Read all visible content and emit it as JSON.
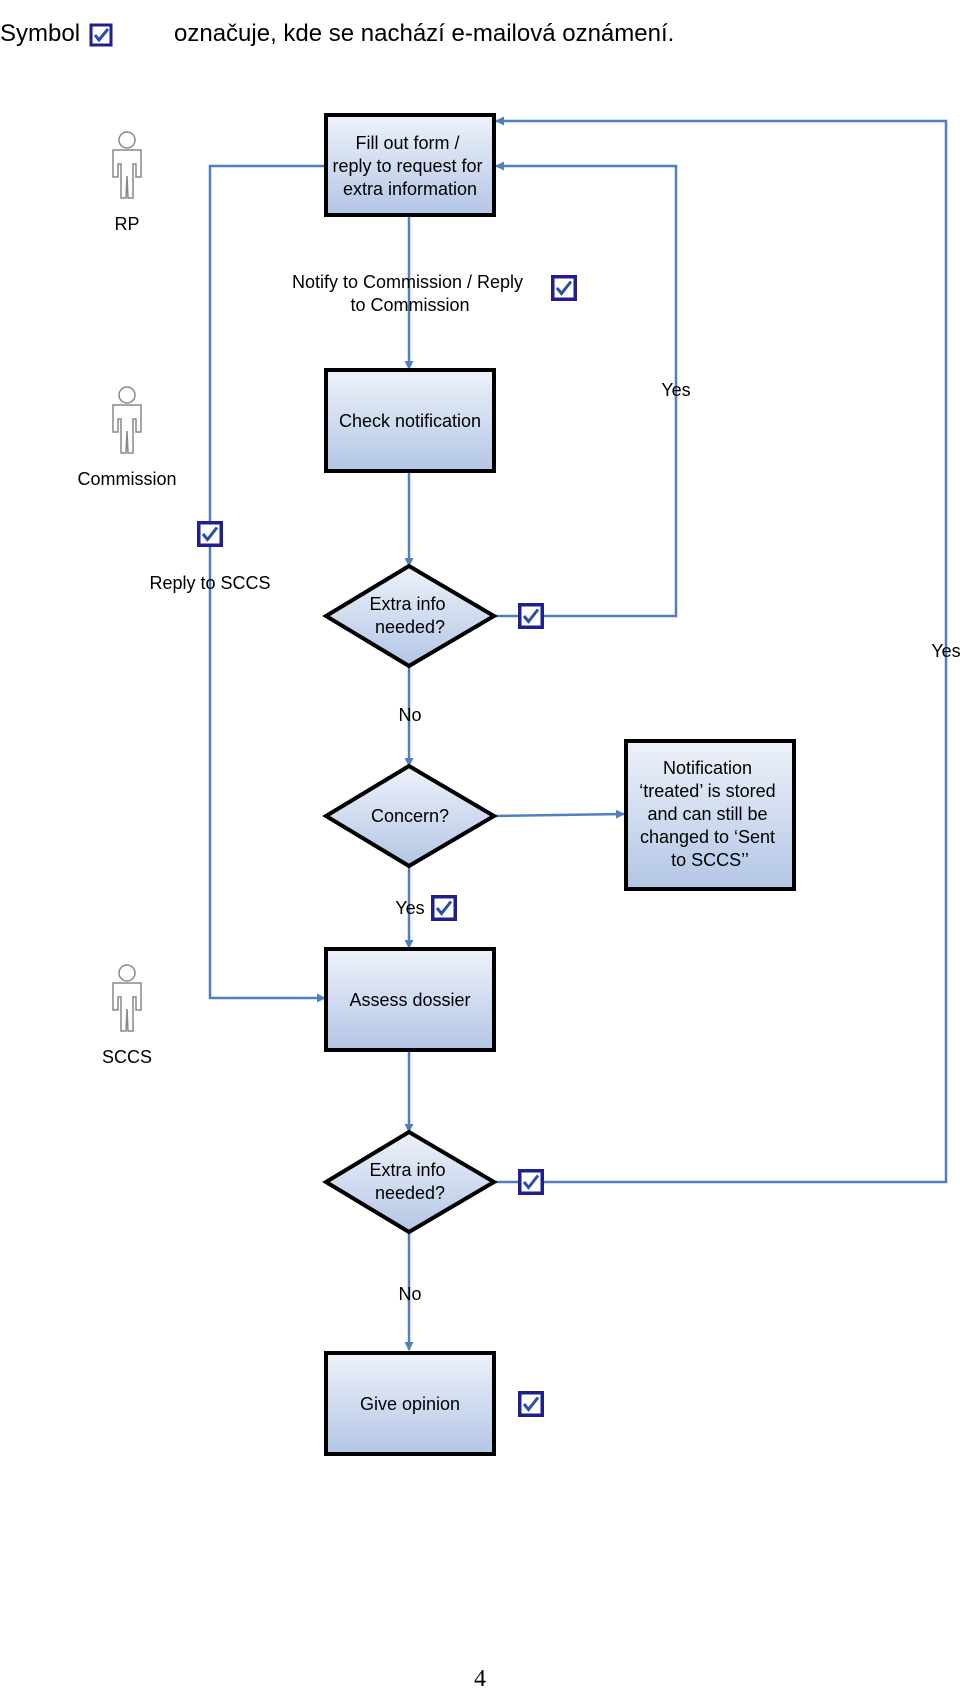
{
  "legend": {
    "symbol_word": "Symbol",
    "description": "označuje, kde se nachází e-mailová oznámení.",
    "icon": "email-check-icon"
  },
  "actors": {
    "rp": "RP",
    "commission": "Commission",
    "sccs": "SCCS"
  },
  "nodes": {
    "fill_form": [
      "Fill out form /",
      "reply to request for",
      "extra information"
    ],
    "check_notification": [
      "Check notification"
    ],
    "extra_info_1": [
      "Extra info",
      "needed?"
    ],
    "concern": [
      "Concern?"
    ],
    "notification_treated": [
      "Notification",
      "‘treated’ is stored",
      "and can still be",
      "changed to ‘Sent",
      "to SCCS’’"
    ],
    "assess_dossier": [
      "Assess dossier"
    ],
    "extra_info_2": [
      "Extra info",
      "needed?"
    ],
    "give_opinion": [
      "Give opinion"
    ]
  },
  "edge_labels": {
    "notify": [
      "Notify to Commission / Reply",
      "to Commission"
    ],
    "yes_commission": "Yes",
    "reply_sccs": "Reply to SCCS",
    "no_1": "No",
    "yes_concern": "Yes",
    "yes_sccs": "Yes",
    "no_2": "No"
  },
  "colors": {
    "arrow": "#4f7fbf",
    "box_fill_top": "#eef2fa",
    "box_fill_bottom": "#b3c6e5",
    "check_border": "#1f1f8f",
    "check_mark": "#2b4fa8"
  },
  "page_number": "4"
}
